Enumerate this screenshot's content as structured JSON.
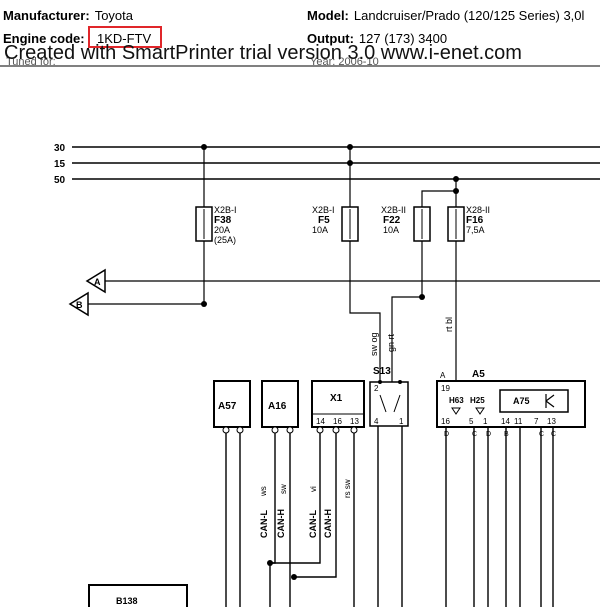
{
  "header": {
    "manufacturer_label": "Manufacturer:",
    "manufacturer_value": "Toyota",
    "engine_label": "Engine code:",
    "engine_value": "1KD-FTV",
    "model_label": "Model:",
    "model_value": "Landcruiser/Prado (120/125 Series) 3,0l",
    "output_label": "Output:",
    "output_value": "127 (173) 3400",
    "watermark": "Created with SmartPrinter trial version 3.0 www.i-enet.com",
    "ghost_left": "Tuned for:",
    "ghost_right": "Year: 2006-10"
  },
  "rails": {
    "r30": "30",
    "r15": "15",
    "r50": "50"
  },
  "connectors": {
    "a": "A",
    "b": "B"
  },
  "fuses": [
    {
      "loc": "X2B-I",
      "name": "F38",
      "rating": "20A",
      "alt": "(25A)"
    },
    {
      "loc": "X2B-I",
      "name": "F5",
      "rating": "10A"
    },
    {
      "loc": "X2B-II",
      "name": "F22",
      "rating": "10A"
    },
    {
      "loc": "X28-II",
      "name": "F16",
      "rating": "7,5A"
    }
  ],
  "components": {
    "a57": "A57",
    "a16": "A16",
    "x1": "X1",
    "s13": "S13",
    "a5": "A5",
    "h63": "H63",
    "h25": "H25",
    "a75": "A75",
    "b138": "B138"
  },
  "wire_colors": {
    "sw_og": "sw og",
    "gn_rt": "gn rt",
    "rt_bl": "rt bl",
    "ws": "ws",
    "sw": "sw",
    "vi": "vi",
    "rs_sw": "rs sw"
  },
  "can": {
    "can_l_1": "CAN-L",
    "can_h_1": "CAN-H",
    "can_l_2": "CAN-L",
    "can_h_2": "CAN-H"
  },
  "pins": {
    "x1_14": "14",
    "x1_16": "16",
    "x1_13": "13",
    "s13_2": "2",
    "s13_4": "4",
    "s13_1": "1",
    "a5_19": "19",
    "a5_16": "16",
    "a5_5": "5",
    "a5_1": "1",
    "a5_14": "14",
    "a5_11": "11",
    "a5_7": "7",
    "a5_13": "13",
    "a5_A": "A",
    "a5_D": "D",
    "a5_C": "C",
    "a5_D2": "D",
    "a5_B": "B",
    "a5_C2": "C",
    "a5_C3": "C"
  }
}
